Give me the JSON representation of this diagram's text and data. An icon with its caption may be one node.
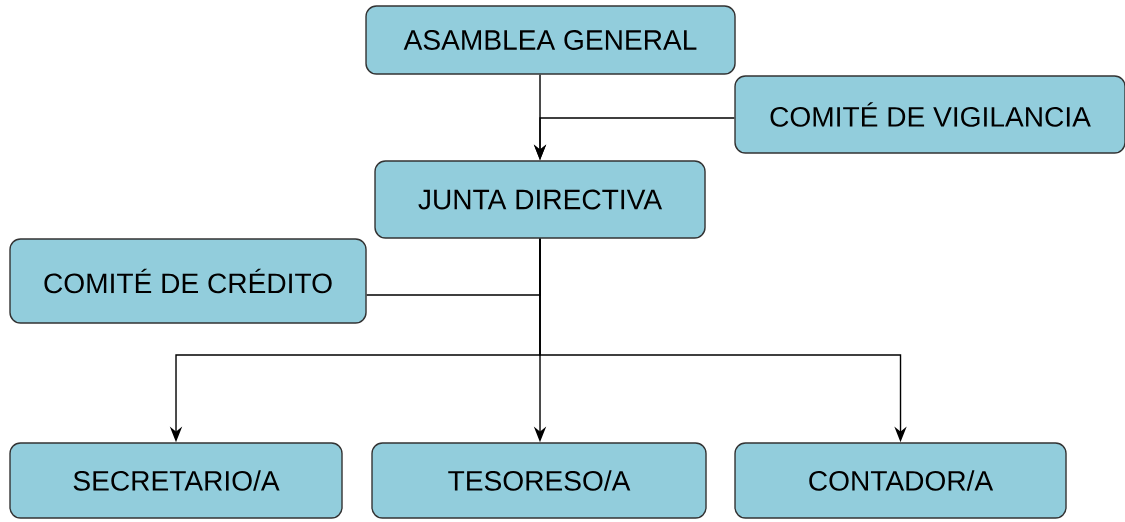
{
  "diagram": {
    "nodes": [
      {
        "text": [
          "ASAMBLEA GENERAL"
        ]
      },
      {
        "text": [
          "COMITÉ DE VIGILANCIA"
        ]
      },
      {
        "text": [
          "JUNTA DIRECTIVA"
        ]
      },
      {
        "text": [
          "COMITÉ DE CRÉDITO"
        ]
      },
      {
        "text": [
          "SECRETARIO/A"
        ]
      },
      {
        "text": [
          "TESORESO/A"
        ]
      },
      {
        "text": [
          "CONTADOR/A"
        ]
      }
    ],
    "edges": [
      {
        "from": 0,
        "to": 2,
        "arrow": "to"
      },
      {
        "from": 1,
        "to": 2,
        "arrow": "to"
      },
      {
        "from": 3,
        "to": 2,
        "arrow": "none"
      },
      {
        "from": 2,
        "to": 4,
        "arrow": "to"
      },
      {
        "from": 2,
        "to": 5,
        "arrow": "to"
      },
      {
        "from": 2,
        "to": 6,
        "arrow": "to"
      }
    ]
  }
}
